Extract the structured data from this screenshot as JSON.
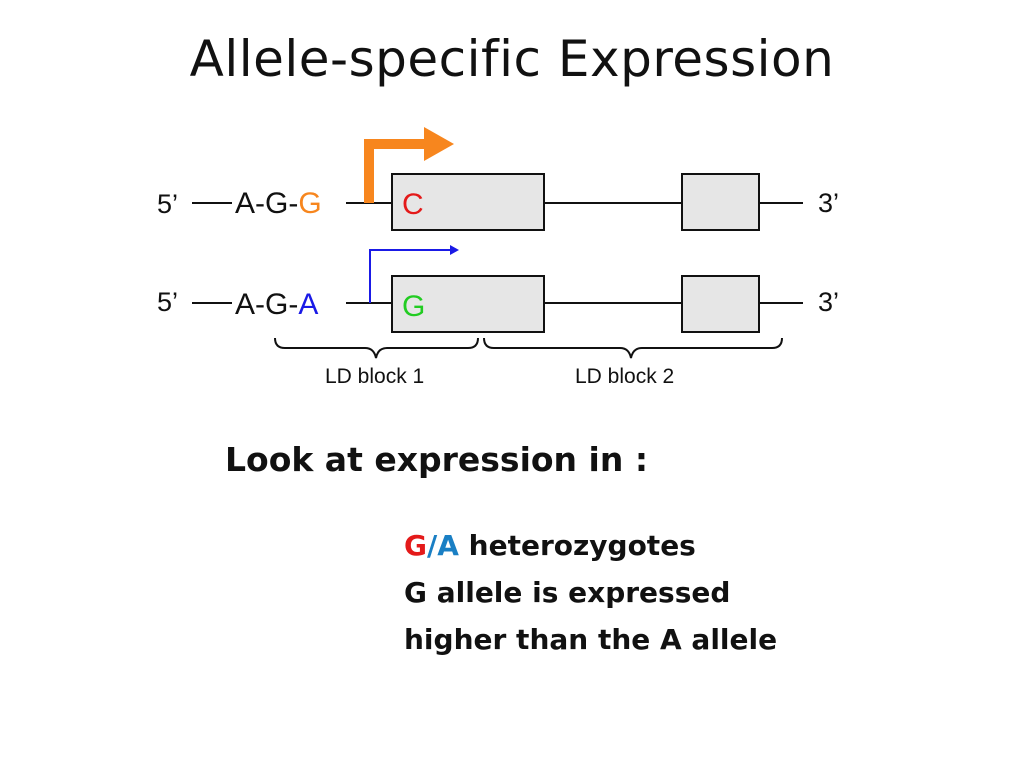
{
  "title": "Allele-specific Expression",
  "diagram": {
    "row1": {
      "five_prime": "5’",
      "seq": "A-G-",
      "variant": "G",
      "exon_base": "C",
      "three_prime": "3’"
    },
    "row2": {
      "five_prime": "5’",
      "seq": "A-G-",
      "variant": "A",
      "exon_base": "G",
      "three_prime": "3’"
    },
    "ld_block_1": "LD block 1",
    "ld_block_2": "LD block 2",
    "colors": {
      "orange": "#F7861E",
      "blue": "#1A1AE6",
      "red": "#E41A1A",
      "green": "#22CC22",
      "box_fill": "#E6E6E6"
    }
  },
  "look_at": "Look at expression in :",
  "notes": {
    "g": "G",
    "slash": "/",
    "a": "A",
    "heterozygotes": " heterozygotes",
    "line2": "G allele is expressed",
    "line3": "higher than the A allele",
    "colors": {
      "g": "#E41A1A",
      "a": "#1A7FC4"
    }
  }
}
